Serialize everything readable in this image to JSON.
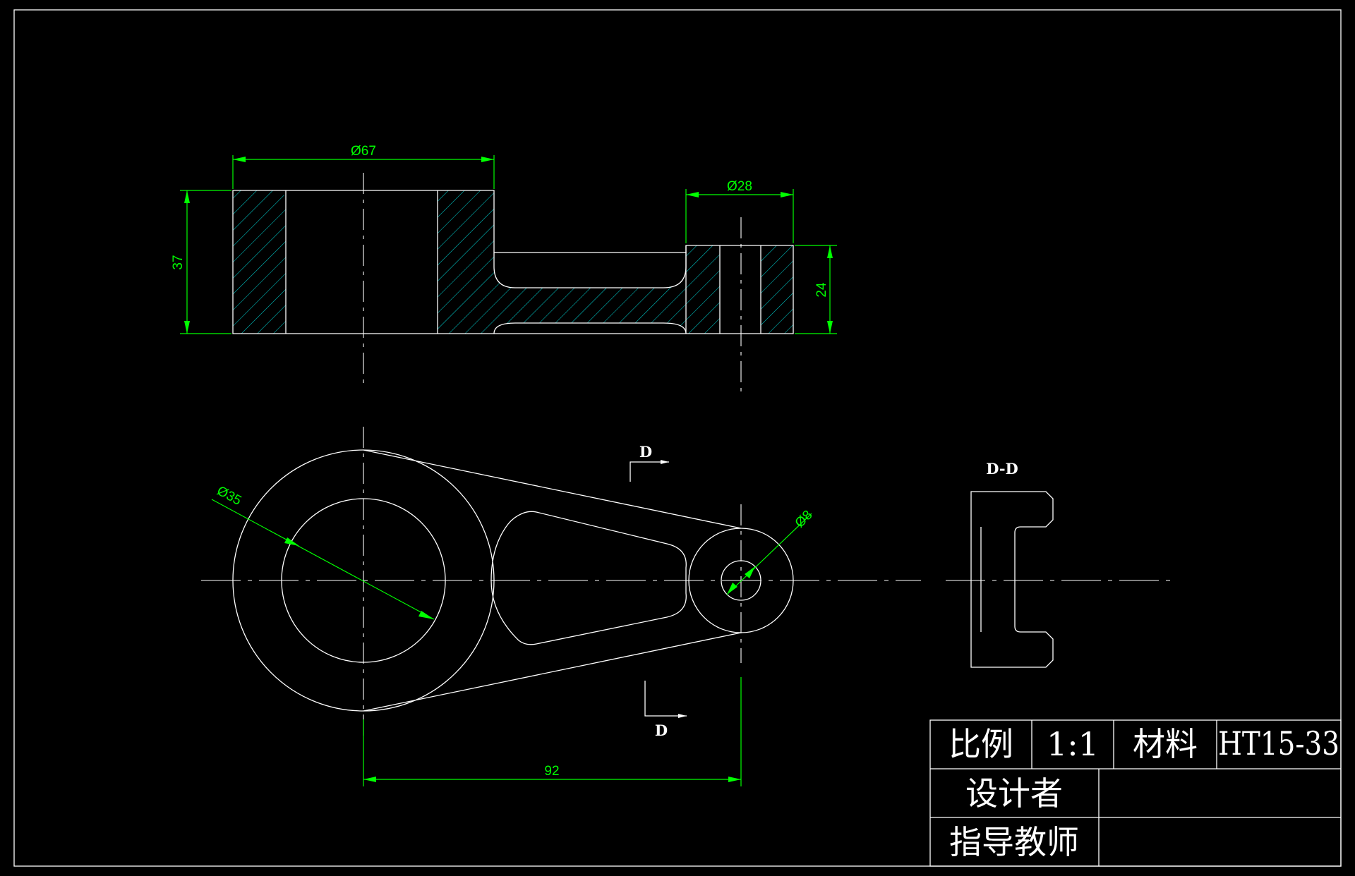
{
  "dimensions": {
    "d67": "Ø67",
    "d28": "Ø28",
    "h37": "37",
    "h24": "24",
    "d35": "Ø35",
    "d8": "Ø8",
    "l92": "92"
  },
  "section": {
    "cut_label_top": "D",
    "cut_label_bottom": "D",
    "view_title": "D-D"
  },
  "title_block": {
    "scale_label": "比例",
    "scale_value": "1:1",
    "material_label": "材料",
    "material_value": "HT15-33",
    "designer_label": "设计者",
    "designer_value": "",
    "advisor_label": "指导教师",
    "advisor_value": ""
  },
  "colors": {
    "background": "#000000",
    "lines": "#ffffff",
    "dimensions": "#00ff00",
    "hatch": "#00c8c8"
  }
}
